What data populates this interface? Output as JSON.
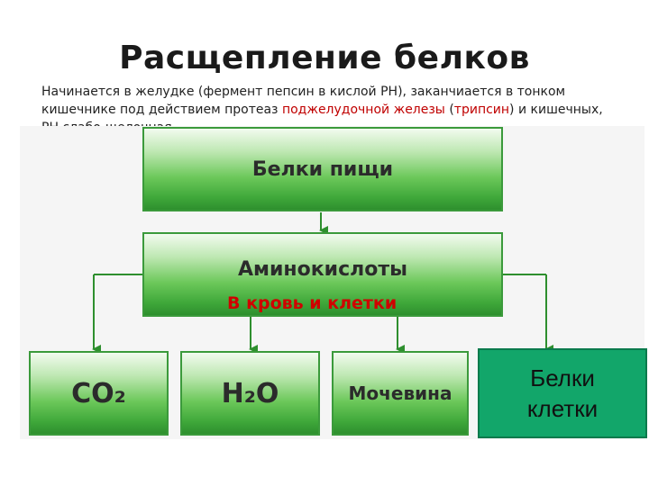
{
  "title": "Расщепление белков",
  "subtitle": {
    "part1": "Начинается в  желудке (фермент пепсин в кислой РН), заканчиается в тонком кишечнике под действием протеаз ",
    "part2_red": "поджелудочной железы",
    "part3": " (",
    "part4_red": "трипсин",
    "part5": ") и кишечных, РН слабо-щелочная"
  },
  "diagram": {
    "box_top": "Белки пищи",
    "box_middle": "Аминокислоты",
    "middle_note": "В кровь и клетки",
    "bottom": [
      "CO₂",
      "H₂O",
      "Мочевина"
    ],
    "final_box": "Белки клетки"
  },
  "colors": {
    "green": "#3fa83a",
    "teal": "#12a66a",
    "red": "#d00000"
  }
}
